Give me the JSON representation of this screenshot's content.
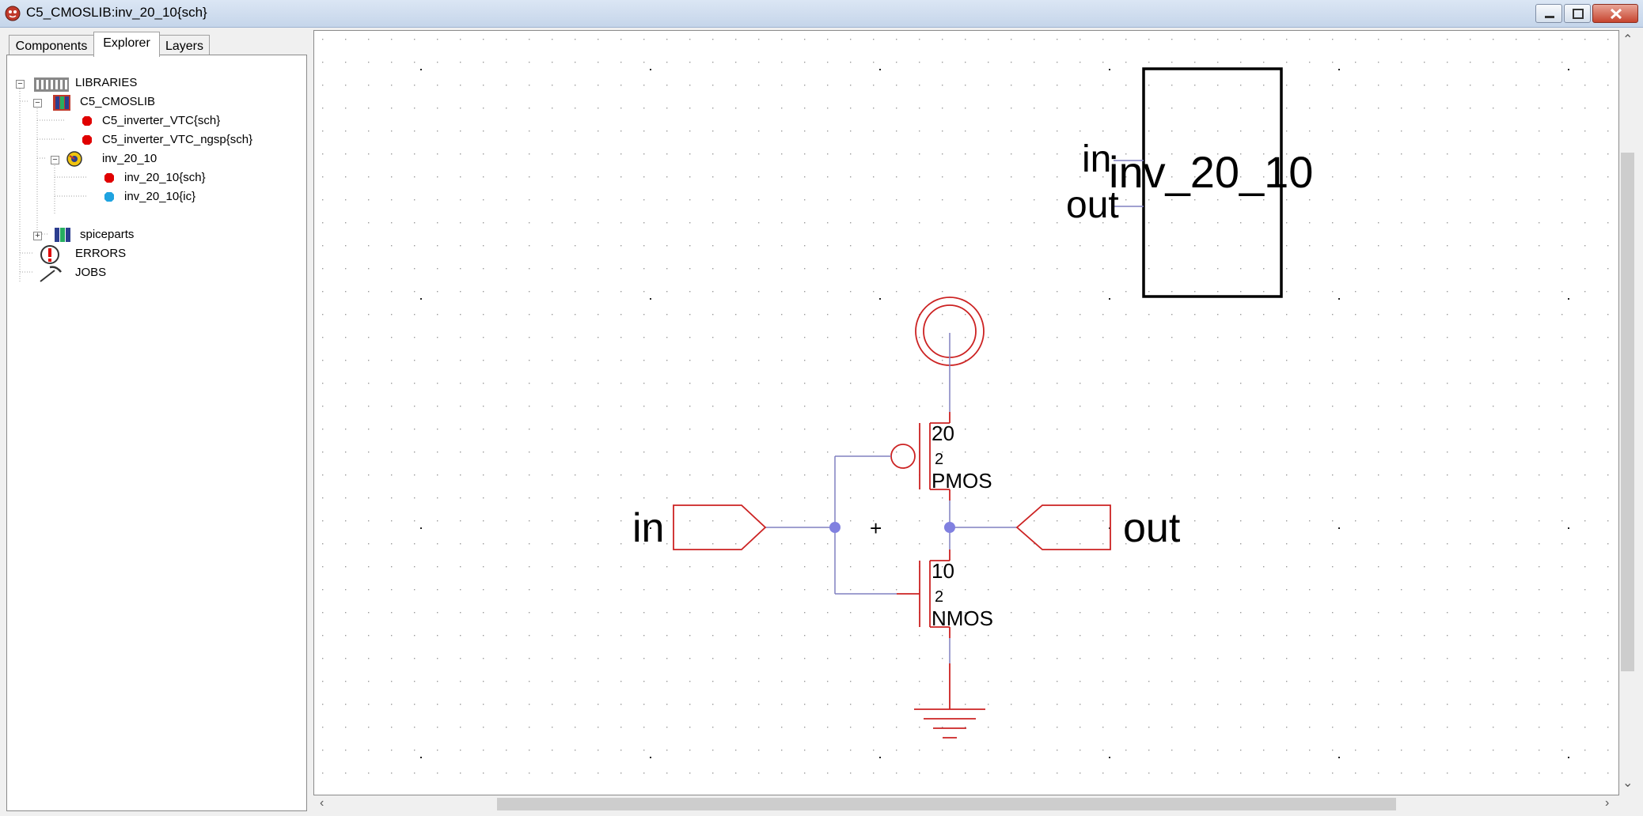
{
  "window": {
    "title": "C5_CMOSLIB:inv_20_10{sch}"
  },
  "tabs": [
    {
      "label": "Components"
    },
    {
      "label": "Explorer"
    },
    {
      "label": "Layers"
    }
  ],
  "tree": {
    "libraries": "LIBRARIES",
    "lib": "C5_CMOSLIB",
    "cell1": "C5_inverter_VTC{sch}",
    "cell2": "C5_inverter_VTC_ngsp{sch}",
    "cell3": "inv_20_10",
    "view_sch": "inv_20_10{sch}",
    "view_ic": "inv_20_10{ic}",
    "spiceparts": "spiceparts",
    "errors": "ERRORS",
    "jobs": "JOBS"
  },
  "schematic": {
    "icon_label": "inv_20_10",
    "icon_pin_in": "in",
    "icon_pin_out": "out",
    "pin_in": "in",
    "pin_out": "out",
    "pmos_width": "20",
    "pmos_length": "2",
    "pmos_label": "PMOS",
    "nmos_width": "10",
    "nmos_length": "2",
    "nmos_label": "NMOS",
    "origin_mark": "+"
  },
  "colors": {
    "wire": "#8080c0",
    "part": "#cc2222",
    "node": "#8080e0",
    "grid": "#999999"
  }
}
